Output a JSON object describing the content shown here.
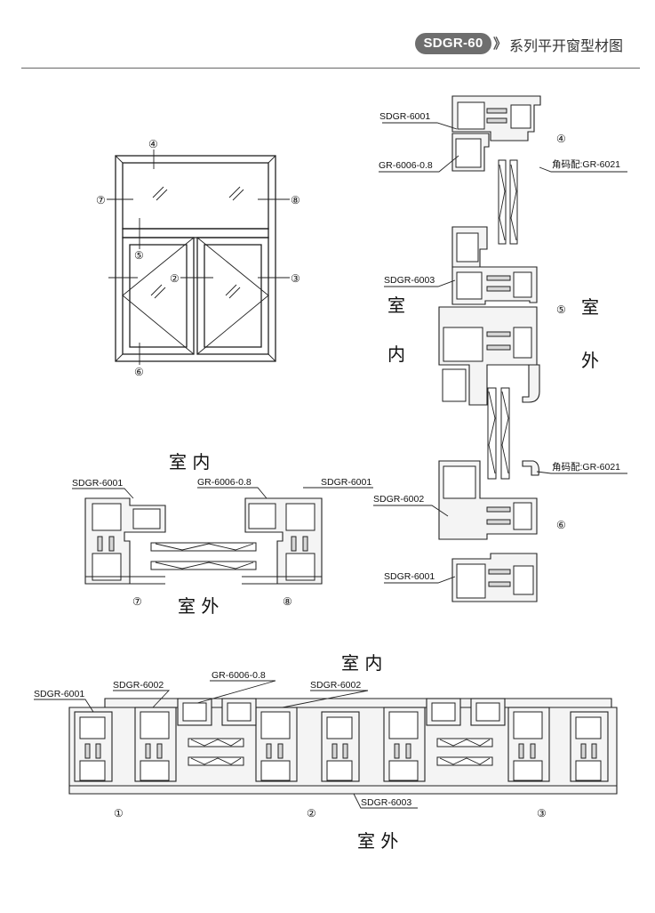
{
  "header": {
    "badge": "SDGR-60",
    "chevron": "》",
    "title": "系列平开窗型材图"
  },
  "elevation": {
    "markers": [
      "④",
      "⑦",
      "⑧",
      "⑤",
      "②",
      "③",
      "⑥"
    ]
  },
  "vertical_section": {
    "labels": [
      "SDGR-6001",
      "GR-6006-0.8",
      "角码配:GR-6021",
      "SDGR-6003",
      "SDGR-6002",
      "角码配:GR-6021",
      "SDGR-6001"
    ],
    "markers": [
      "④",
      "⑤",
      "⑥"
    ],
    "indoor": [
      "室",
      "内"
    ],
    "outdoor": [
      "室",
      "外"
    ]
  },
  "section78": {
    "indoor": "室 内",
    "outdoor": "室 外",
    "labels": [
      "SDGR-6001",
      "GR-6006-0.8",
      "SDGR-6001"
    ],
    "markers": [
      "⑦",
      "⑧"
    ]
  },
  "section123": {
    "indoor": "室 内",
    "outdoor": "室 外",
    "labels": [
      "SDGR-6001",
      "SDGR-6002",
      "GR-6006-0.8",
      "SDGR-6002",
      "SDGR-6003"
    ],
    "markers": [
      "①",
      "②",
      "③"
    ]
  }
}
